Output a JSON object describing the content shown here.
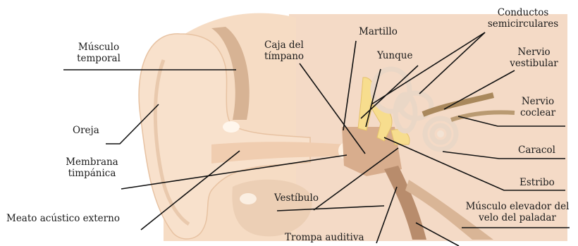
{
  "colors": {
    "skin": "#f6dcc4",
    "skin_light": "#fbeadb",
    "skin_shadow": "#eccbb0",
    "bone_bg": "#f3d5bf",
    "muscle": "#c89a78",
    "nerve": "#b08a5c",
    "ossicle": "#f7dd8e",
    "line": "#111111",
    "text": "#1a1a1a"
  },
  "labels": {
    "musculo_temporal": [
      "Músculo",
      "temporal"
    ],
    "oreja": "Oreja",
    "membrana_timpanica": [
      "Membrana",
      "timpánica"
    ],
    "meato": "Meato acústico externo",
    "caja_timpano": [
      "Caja del",
      "tímpano"
    ],
    "martillo": "Martillo",
    "yunque": "Yunque",
    "conductos": [
      "Conductos",
      "semicirculares"
    ],
    "nervio_vestibular": [
      "Nervio",
      "vestibular"
    ],
    "nervio_coclear": [
      "Nervio",
      "coclear"
    ],
    "caracol": "Caracol",
    "estribo": "Estribo",
    "vestibulo": "Vestíbulo",
    "trompa": "Trompa auditiva",
    "musculo_elevador": [
      "Músculo elevador del",
      "velo del paladar"
    ]
  }
}
